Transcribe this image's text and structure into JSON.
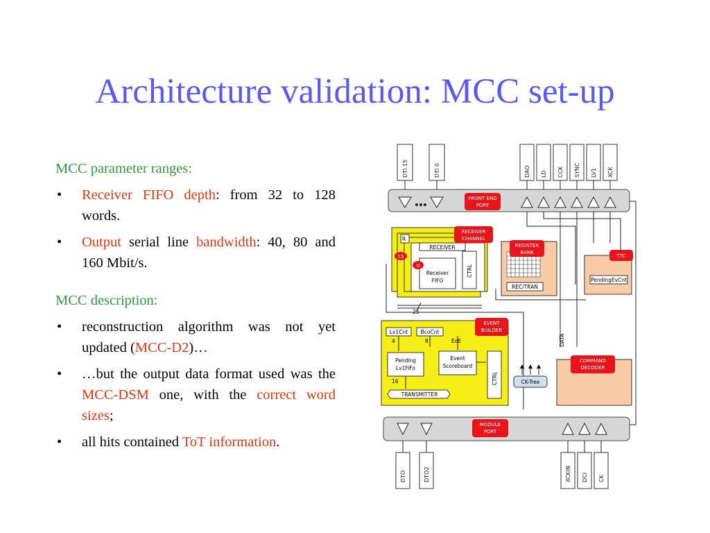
{
  "slide": {
    "title": "Architecture validation: MCC set-up",
    "section1": {
      "heading": "MCC parameter ranges:",
      "bullets": [
        {
          "hl1": "Receiver FIFO depth",
          "t1": ": from 32 to 128 words."
        },
        {
          "hl1": "Output",
          "t1": " serial line ",
          "hl2": "bandwidth",
          "t2": ": 40, 80 and 160 Mbit/s."
        }
      ]
    },
    "section2": {
      "heading": "MCC description:",
      "bullets": [
        {
          "t1": "reconstruction algorithm was not yet updated (",
          "hl1": "MCC-D2",
          "t2": ")…"
        },
        {
          "t1": "…but the output data format used was the ",
          "hl1": "MCC-DSM",
          "t2": " one, with the ",
          "hl2": "correct word sizes",
          "t3": ";"
        },
        {
          "t1": "all hits contained ",
          "hl1": "ToT information",
          "t2": "."
        }
      ]
    }
  },
  "diagram": {
    "top_pins": [
      "DTI 15",
      "DTI 0",
      "DAO",
      "LD",
      "CCK",
      "SYNC",
      "LV1",
      "XCK"
    ],
    "bottom_pins": [
      "DTO",
      "DTO2",
      "XCKIN",
      "DCI",
      "CK"
    ],
    "front_end_port": [
      "FRONT END",
      "PORT"
    ],
    "receiver_channel": [
      "RECEIVER",
      "CHANNEL"
    ],
    "register_bank": [
      "REGISTER",
      "BANK"
    ],
    "ttc": "TTC",
    "event_builder": [
      "EVENT",
      "BUILDER"
    ],
    "command_decoder": [
      "COMMAND",
      "DECODER"
    ],
    "module_port": [
      "MODULE",
      "PORT"
    ],
    "receiver": "RECEIVER",
    "receiver_fifo": [
      "Receiver",
      "FIFO"
    ],
    "ctrl": "CTRL",
    "ch_15": "15",
    "ch_0": "0",
    "ch_r": "R",
    "rec_tran": "REC/TRAN",
    "pending_evcnt": "PendingEvCnt",
    "bus_25": "25",
    "lv1cnt": "Lv1Cnt",
    "bcocnt": "BcoCnt",
    "bus_4": "4",
    "bus_8": "8",
    "eoe": "EoE",
    "pending_lv1fifo": [
      "Pending",
      "Lv1FiFo"
    ],
    "event_scoreboard": [
      "Event",
      "Scoreboard"
    ],
    "bus_16": "16",
    "transmitter": "TRANSMITTER",
    "data": "DATA",
    "ck_tree": "CK-Tree"
  }
}
